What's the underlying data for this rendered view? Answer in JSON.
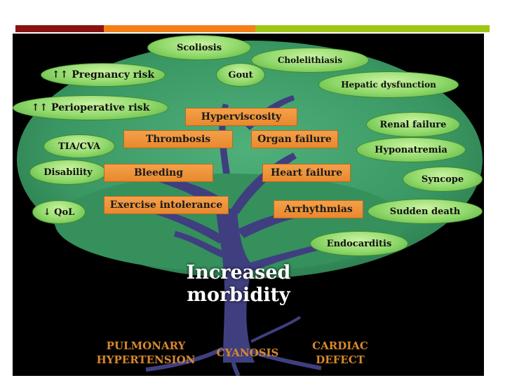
{
  "colors": {
    "bar_segment_1": "#8b1212",
    "bar_segment_2": "#f47e17",
    "bar_segment_3": "#9ec614",
    "background": "#000000",
    "canopy": "#3d9b66",
    "trunk": "#3f3f80",
    "box": "#ee9337",
    "root_text": "#d8892d"
  },
  "leaves": [
    {
      "id": "scoliosis",
      "label": "Scoliosis"
    },
    {
      "id": "cholelithiasis",
      "label": "Cholelithiasis"
    },
    {
      "id": "pregnancy",
      "label": "↑↑ Pregnancy risk"
    },
    {
      "id": "gout",
      "label": "Gout"
    },
    {
      "id": "hepatic",
      "label": "Hepatic dysfunction"
    },
    {
      "id": "perioperative",
      "label": "↑↑ Perioperative risk"
    },
    {
      "id": "renal",
      "label": "Renal failure"
    },
    {
      "id": "tia",
      "label": "TIA/CVA"
    },
    {
      "id": "hyponatremia",
      "label": "Hyponatremia"
    },
    {
      "id": "disability",
      "label": "Disability"
    },
    {
      "id": "syncope",
      "label": "Syncope"
    },
    {
      "id": "qol",
      "label": "↓ QoL"
    },
    {
      "id": "sudden",
      "label": "Sudden death"
    },
    {
      "id": "endocarditis",
      "label": "Endocarditis"
    }
  ],
  "boxes": [
    {
      "id": "hyperviscosity",
      "label": "Hyperviscosity"
    },
    {
      "id": "thrombosis",
      "label": "Thrombosis"
    },
    {
      "id": "organ",
      "label": "Organ failure"
    },
    {
      "id": "bleeding",
      "label": "Bleeding"
    },
    {
      "id": "heart",
      "label": "Heart failure"
    },
    {
      "id": "exercise",
      "label": "Exercise intolerance"
    },
    {
      "id": "arrhythmias",
      "label": "Arrhythmias"
    }
  ],
  "trunk_title": {
    "line1": "Increased",
    "line2": "morbidity"
  },
  "roots": {
    "left_line1": "PULMONARY",
    "left_line2": "HYPERTENSION",
    "center": "CYANOSIS",
    "right_line1": "CARDIAC",
    "right_line2": "DEFECT"
  }
}
